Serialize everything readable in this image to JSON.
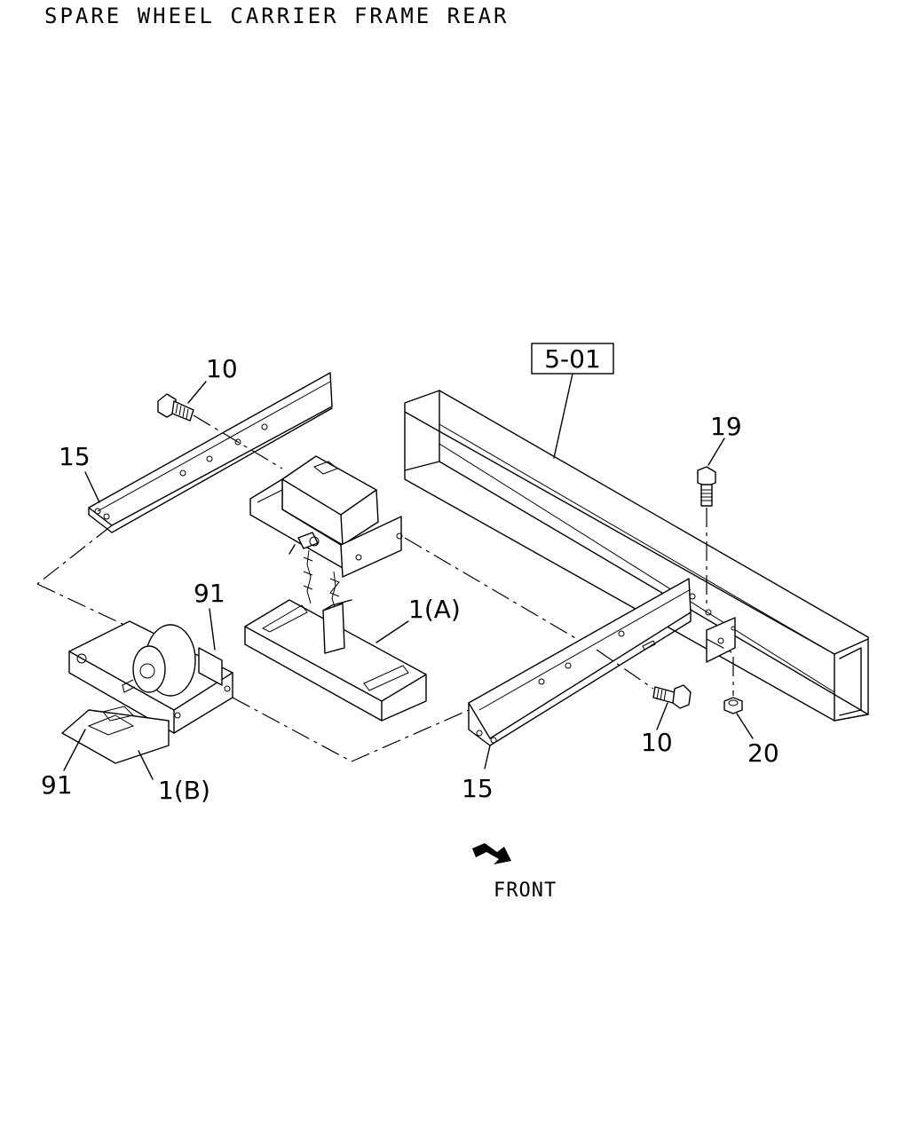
{
  "title": "SPARE WHEEL CARRIER FRAME REAR",
  "reference_box": "5-01",
  "callouts": {
    "bolt_top_left": "10",
    "bracket_top_left": "15",
    "bolt_top_right": "19",
    "carrier_a": "1(A)",
    "part_91_upper": "91",
    "part_91_lower": "91",
    "carrier_b": "1(B)",
    "bolt_lower_right": "10",
    "bracket_lower_right": "15",
    "nut": "20"
  },
  "direction": {
    "label": "FRONT",
    "icon": "arrow-icon"
  }
}
